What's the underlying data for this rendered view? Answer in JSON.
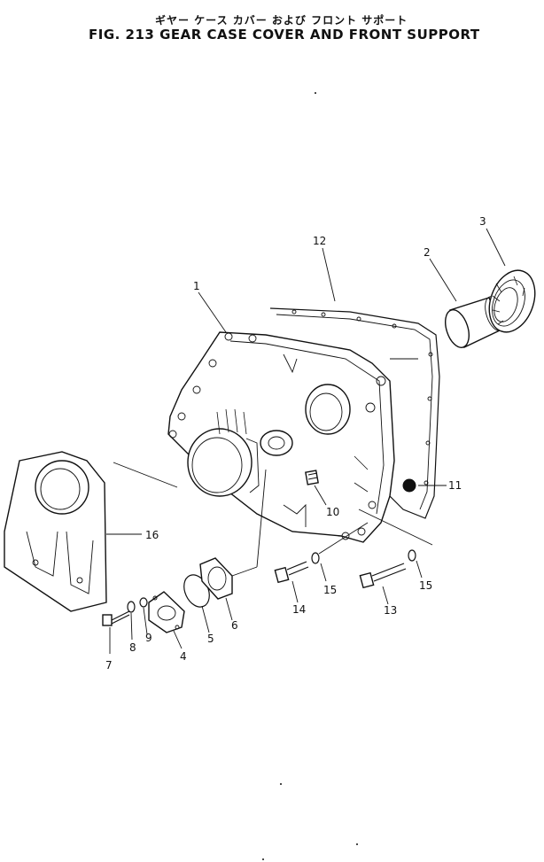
{
  "figure": {
    "title_jp": "ギヤー ケース カバー および フロント サポート",
    "title_en": "FIG. 213  GEAR CASE COVER AND FRONT SUPPORT"
  },
  "callouts": [
    "1",
    "2",
    "3",
    "4",
    "5",
    "6",
    "7",
    "8",
    "9",
    "10",
    "11",
    "12",
    "13",
    "14",
    "15",
    "15",
    "16"
  ]
}
